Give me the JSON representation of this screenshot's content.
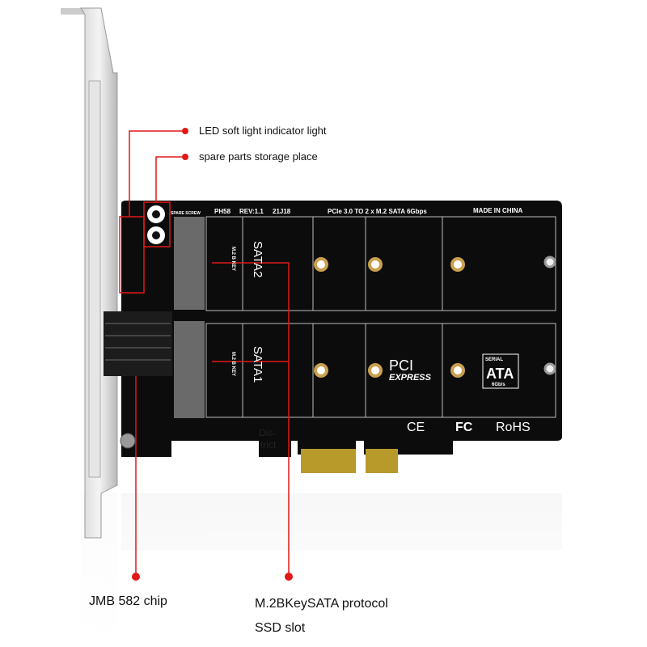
{
  "board": {
    "silk_spare": "SPARE SCREW",
    "silk_model": "PH58",
    "silk_rev": "REV:1.1",
    "silk_date": "21J18",
    "silk_desc": "PCIe 3.0 TO 2 x M.2 SATA 6Gbps",
    "silk_origin": "MADE IN CHINA",
    "slot2_label": "SATA2",
    "slot1_label": "SATA1",
    "key_label": "M.2 B KEY",
    "pci_logo": "PCI",
    "pci_express": "EXPRESS",
    "sata_logo_top": "SERIAL",
    "sata_logo_mid": "ATA",
    "sata_logo_bot": "6Gb/s",
    "ce": "CE",
    "fc": "FC",
    "rohs": "RoHS",
    "district_1": "Dis-",
    "district_2": "trict"
  },
  "callouts": {
    "led": "LED soft light indicator light",
    "spare": "spare parts storage place",
    "chip": "JMB 582 chip",
    "slot_1": "M.2BKeySATA protocol",
    "slot_2": "SSD slot"
  },
  "colors": {
    "accent": "#e01818",
    "pcb": "#0c0c0c"
  }
}
